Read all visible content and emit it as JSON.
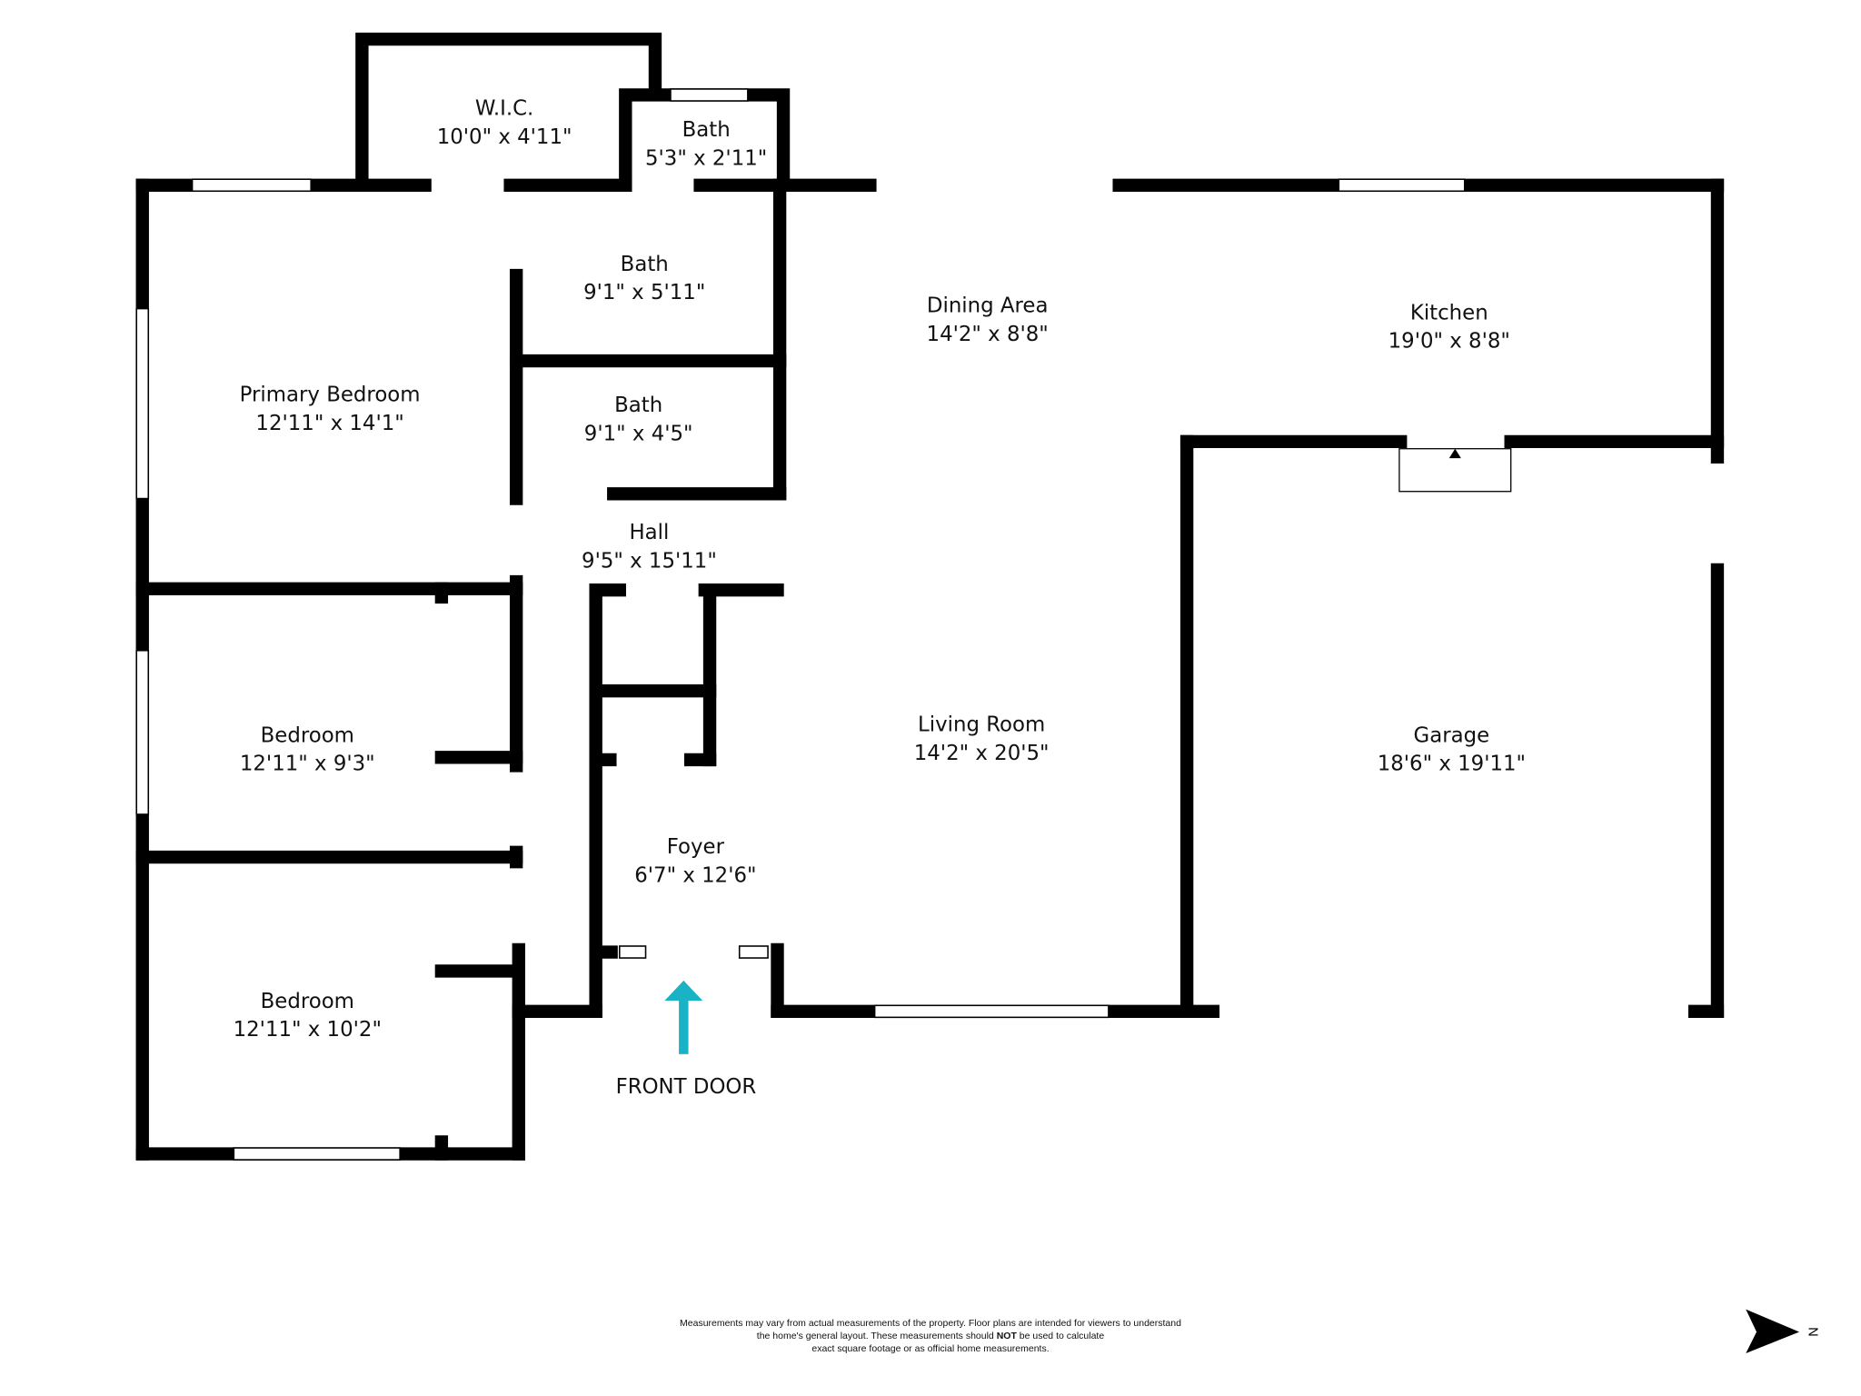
{
  "rooms": [
    {
      "name": "W.I.C.",
      "dims": "10'0\" x 4'11\""
    },
    {
      "name": "Bath",
      "dims": "5'3\" x 2'11\""
    },
    {
      "name": "Bath",
      "dims": "9'1\" x 5'11\""
    },
    {
      "name": "Bath",
      "dims": "9'1\" x 4'5\""
    },
    {
      "name": "Primary Bedroom",
      "dims": "12'11\" x 14'1\""
    },
    {
      "name": "Dining Area",
      "dims": "14'2\" x 8'8\""
    },
    {
      "name": "Kitchen",
      "dims": "19'0\" x 8'8\""
    },
    {
      "name": "Hall",
      "dims": "9'5\" x 15'11\""
    },
    {
      "name": "Bedroom",
      "dims": "12'11\" x 9'3\""
    },
    {
      "name": "Living Room",
      "dims": "14'2\" x 20'5\""
    },
    {
      "name": "Garage",
      "dims": "18'6\" x 19'11\""
    },
    {
      "name": "Foyer",
      "dims": "6'7\" x 12'6\""
    },
    {
      "name": "Bedroom",
      "dims": "12'11\" x 10'2\""
    }
  ],
  "front_door_label": "FRONT DOOR",
  "disclaimer": {
    "line1": "Measurements may vary from actual measurements of the property. Floor plans are intended for viewers to understand",
    "line2a": "the home's general layout.  These measurements should",
    "line2b": "NOT",
    "line2c": "be used to calculate",
    "line3": "exact square footage or as official home measurements."
  },
  "compass": {
    "label": "N"
  },
  "colors": {
    "wall": "#000000",
    "arrow": "#1ab3c6"
  }
}
